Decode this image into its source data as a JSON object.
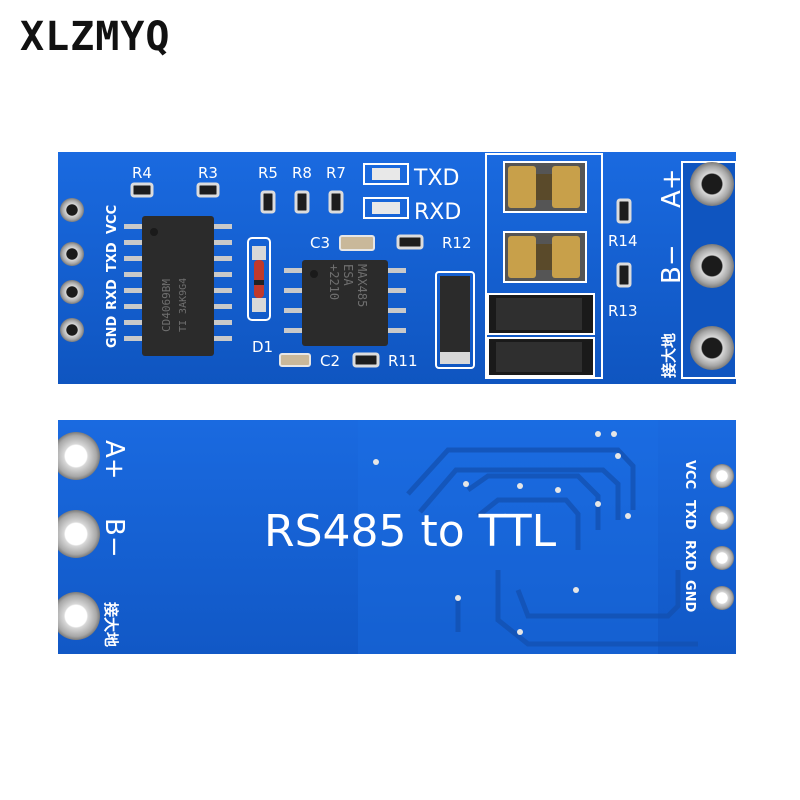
{
  "brand": "XLZMYQ",
  "top_board": {
    "header_pins": [
      "GND",
      "RXD",
      "TXD",
      "VCC"
    ],
    "resistors": [
      "R4",
      "R3",
      "R5",
      "R8",
      "R7"
    ],
    "led_labels": [
      "TXD",
      "RXD"
    ],
    "component_labels": {
      "d1": "D1",
      "c3": "C3",
      "c2": "C2",
      "r12": "R12",
      "r11": "R11",
      "r14": "R14",
      "r13": "R13"
    },
    "chip_main": [
      "MAX485",
      "ESA",
      "+2210"
    ],
    "terminals": [
      "A+",
      "B−",
      "接大地"
    ]
  },
  "bottom_board": {
    "title": "RS485 to TTL",
    "terminals": [
      "A+",
      "B−",
      "接大地"
    ],
    "header_pins": [
      "VCC",
      "TXD",
      "RXD",
      "GND"
    ]
  },
  "colors": {
    "pcb_blue": "#1565d8",
    "pcb_dark": "#0d4fb5",
    "silkscreen": "#ffffff",
    "chip": "#2a2a2a",
    "gold_pad": "#c8a04a"
  }
}
